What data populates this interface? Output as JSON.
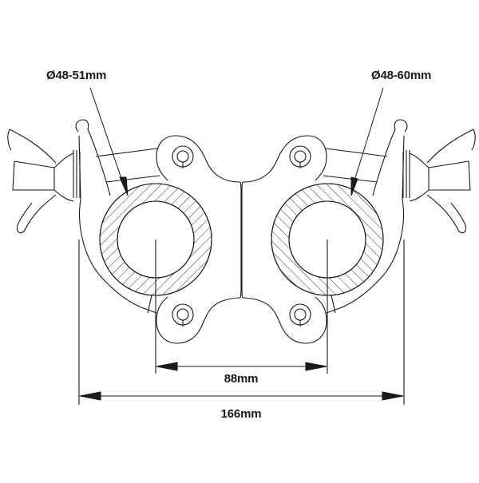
{
  "diagram": {
    "subject": "double tube clamp (half coupler pair) technical drawing",
    "labels": {
      "left_clamp_diameter": "Ø48-51mm",
      "right_clamp_diameter": "Ø48-60mm",
      "center_distance": "88mm",
      "overall_width": "166mm"
    },
    "colors": {
      "line": "#1a1a1a",
      "background": "#ffffff",
      "hatch": "#333333"
    }
  }
}
